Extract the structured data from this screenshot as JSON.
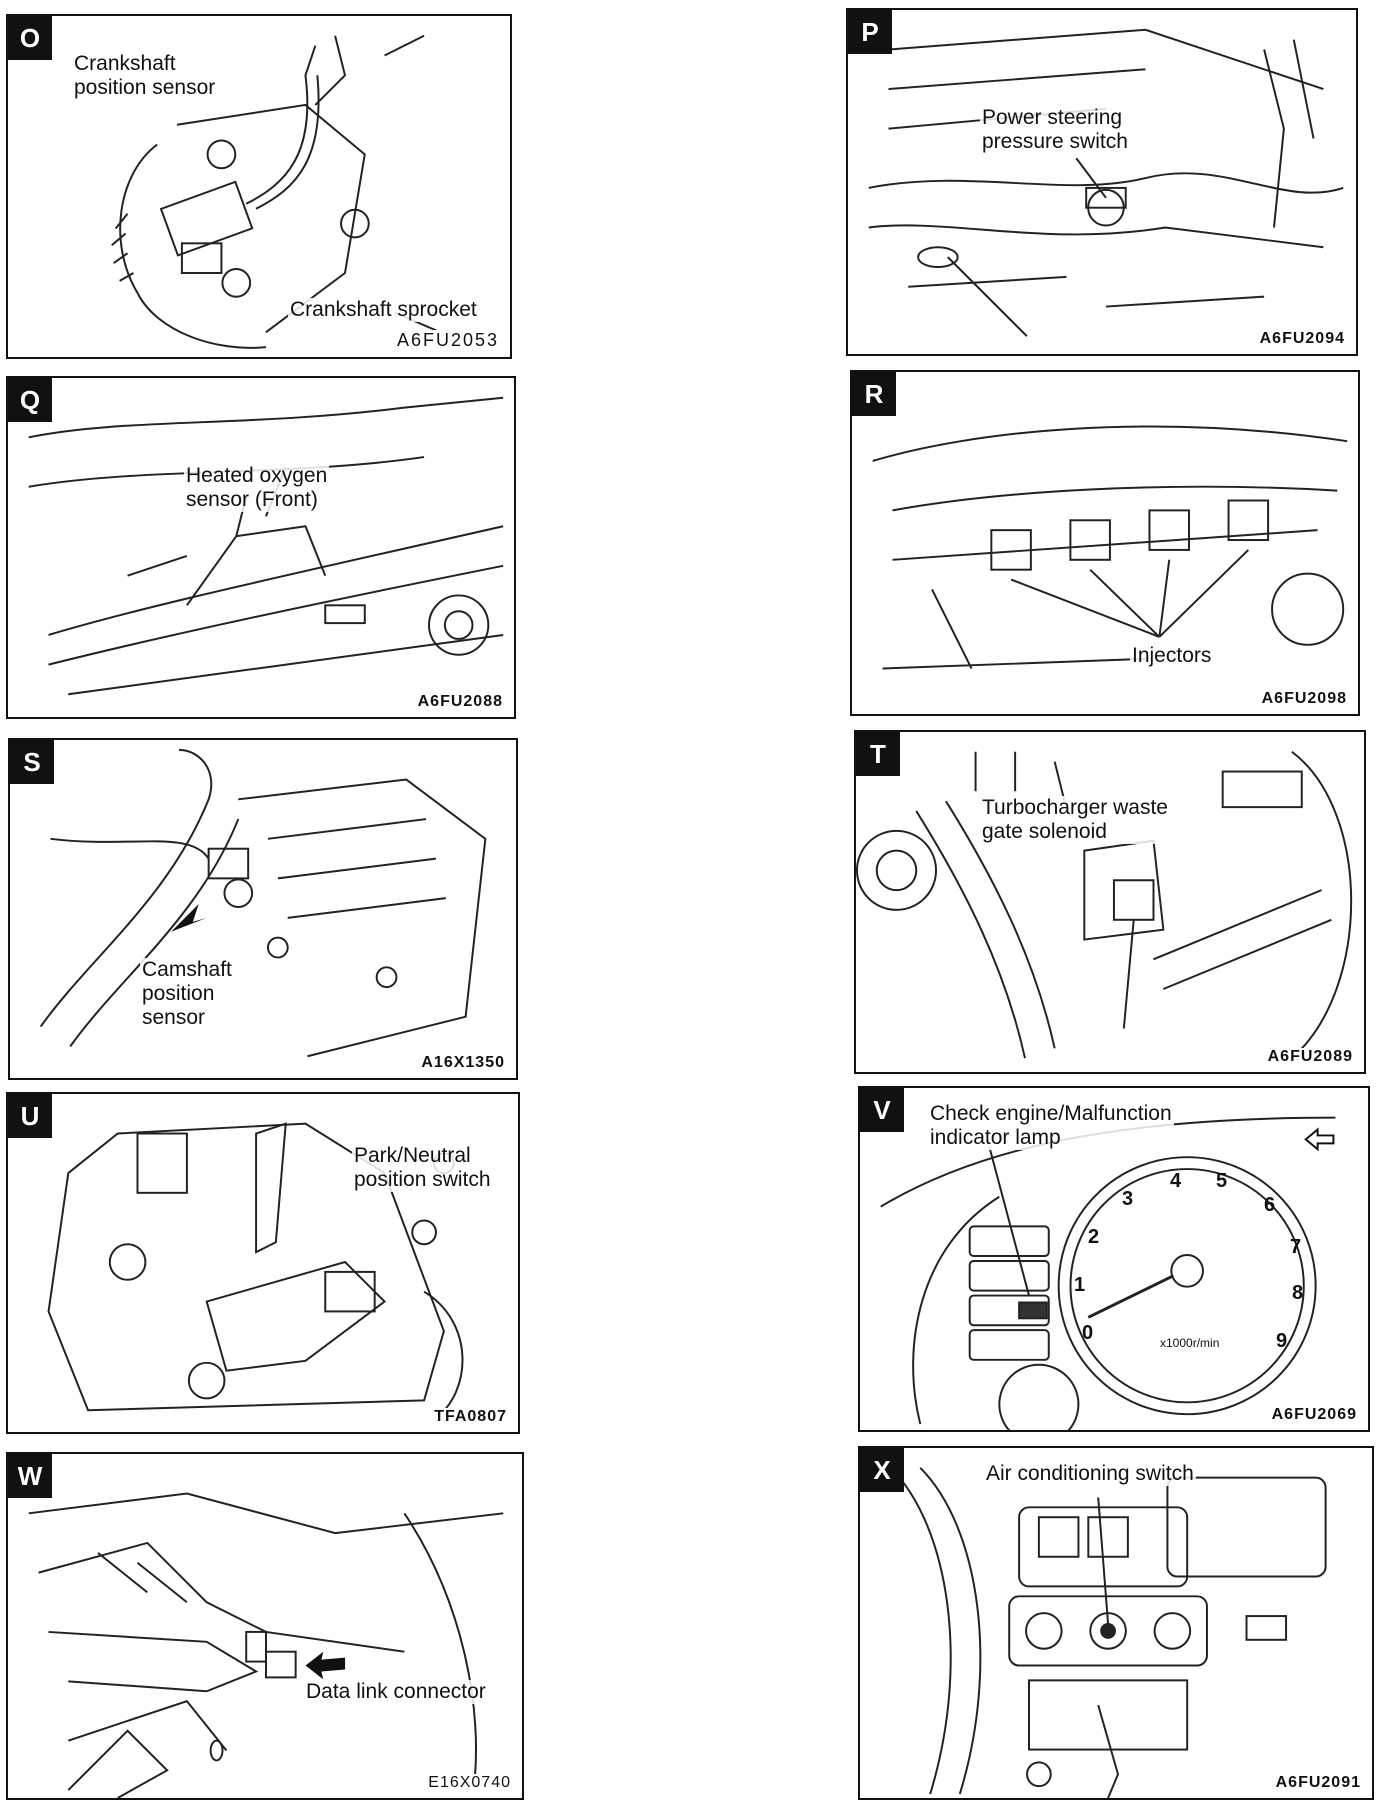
{
  "panels": [
    {
      "letter": "O",
      "callouts": [
        "Crankshaft\nposition sensor",
        "Crankshaft sprocket"
      ],
      "code": "A6FU2053"
    },
    {
      "letter": "P",
      "callouts": [
        "Power steering\npressure switch"
      ],
      "code": "A6FU2094"
    },
    {
      "letter": "Q",
      "callouts": [
        "Heated oxygen\nsensor (Front)"
      ],
      "code": "A6FU2088"
    },
    {
      "letter": "R",
      "callouts": [
        "Injectors"
      ],
      "code": "A6FU2098"
    },
    {
      "letter": "S",
      "callouts": [
        "Camshaft\nposition\nsensor"
      ],
      "code": "A16X1350"
    },
    {
      "letter": "T",
      "callouts": [
        "Turbocharger waste\ngate solenoid"
      ],
      "code": "A6FU2089"
    },
    {
      "letter": "U",
      "callouts": [
        "Park/Neutral\nposition switch"
      ],
      "code": "TFA0807"
    },
    {
      "letter": "V",
      "callouts": [
        "Check engine/Malfunction\nindicator lamp"
      ],
      "code": "A6FU2069",
      "gauge_ticks": [
        "0",
        "1",
        "2",
        "3",
        "4",
        "5",
        "6",
        "7",
        "8",
        "9"
      ],
      "gauge_scale": "x1000r/min"
    },
    {
      "letter": "W",
      "callouts": [
        "Data link connector"
      ],
      "code": "E16X0740"
    },
    {
      "letter": "X",
      "callouts": [
        "Air conditioning switch"
      ],
      "code": "A6FU2091"
    }
  ],
  "icons": [
    "arrow-left-icon"
  ]
}
